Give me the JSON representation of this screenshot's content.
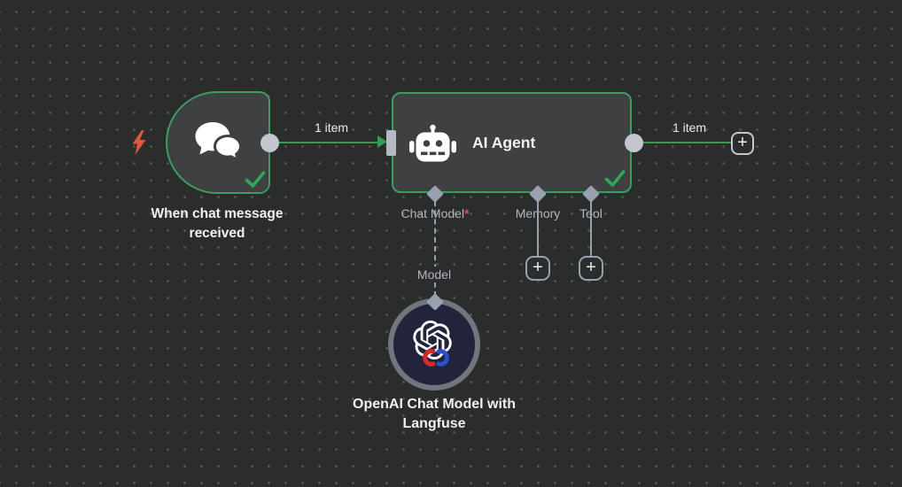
{
  "colors": {
    "canvas_bg": "#2b2c2c",
    "node_fill": "#3f4041",
    "node_border_green": "#3d9c5e",
    "connection_green": "#2f9e57",
    "connector_gray": "#99a0ae",
    "endpoint_gray": "#c3c6ce",
    "label_gray": "#b0b5bf",
    "text_white": "#eef0f2",
    "trigger_bolt_red": "#e0563f",
    "required_asterisk_red": "#e5484d",
    "model_node_fill": "#21243a",
    "model_ring_gray": "#72757d",
    "success_check_green": "#2fa75a"
  },
  "trigger_node": {
    "caption": "When chat message received",
    "icon": "chat-bubbles",
    "status": "success"
  },
  "agent_node": {
    "title": "AI Agent",
    "icon": "robot",
    "status": "success",
    "ports": [
      {
        "label": "Chat Model",
        "required_marker": "*"
      },
      {
        "label": "Memory"
      },
      {
        "label": "Tool"
      }
    ]
  },
  "model_node": {
    "caption": "OpenAI Chat Model with Langfuse",
    "icon": "openai-with-langfuse-badge",
    "link_label": "Model"
  },
  "connections": {
    "trigger_to_agent": {
      "label": "1 item"
    },
    "agent_to_next": {
      "label": "1 item"
    }
  },
  "add_button_glyph": "+"
}
